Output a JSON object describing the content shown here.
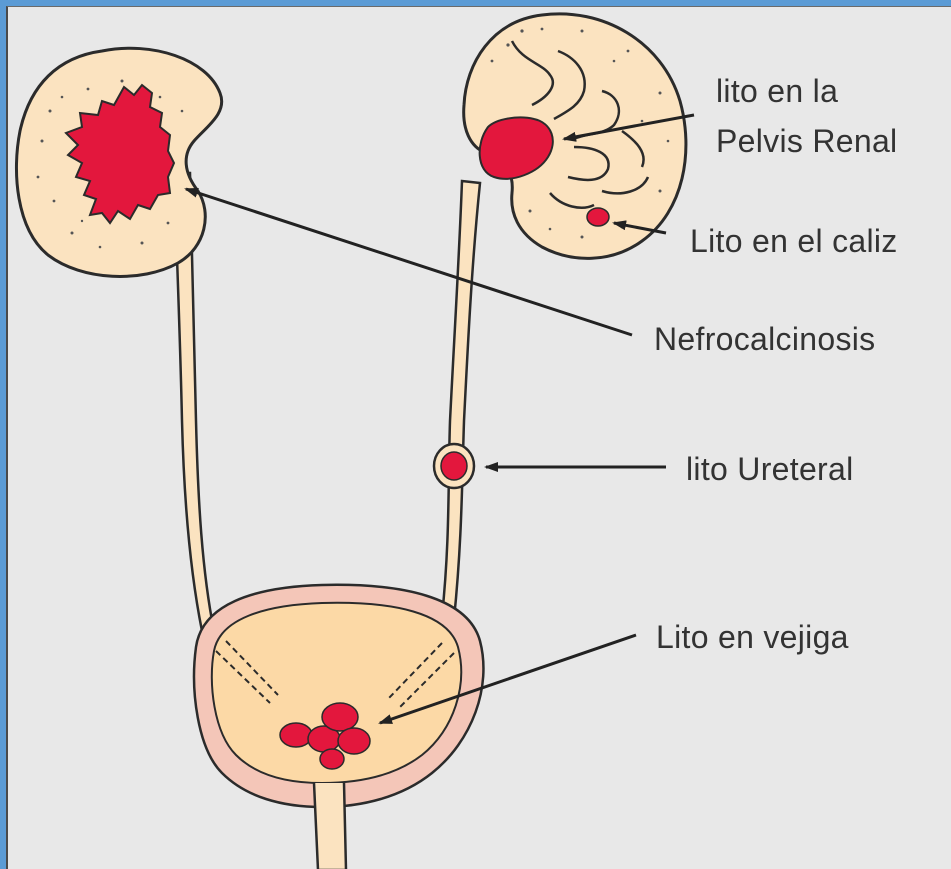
{
  "labels": {
    "pelvis_line1": "lito en la",
    "pelvis_line2": "Pelvis Renal",
    "caliz": "Lito en el caliz",
    "nefrocalcinosis": "Nefrocalcinosis",
    "ureteral": "lito Ureteral",
    "vejiga": "Lito en vejiga"
  },
  "colors": {
    "background": "#e8e8e8",
    "kidney_fill": "#fbe3c0",
    "stone_red": "#e3173d",
    "bladder_wall": "#f4c6b8",
    "bladder_inner": "#fcd9a6",
    "outline": "#2b2b2b",
    "frame_blue": "#5b9bd5"
  }
}
